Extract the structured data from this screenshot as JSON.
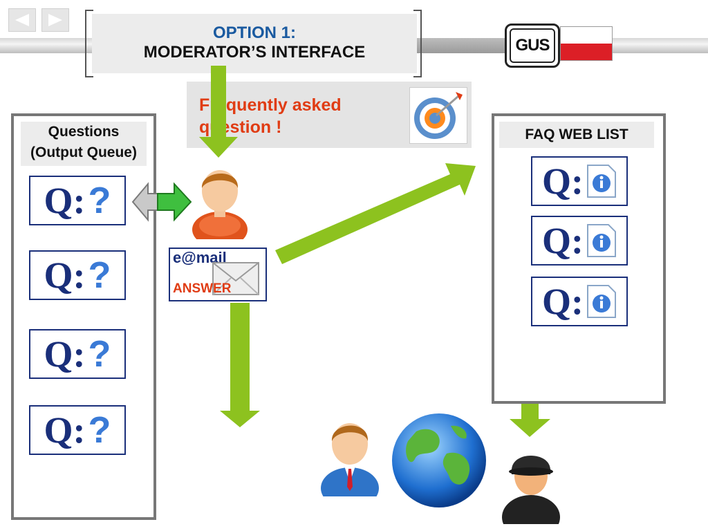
{
  "title": {
    "line1": "OPTION 1:",
    "line2": "MODERATOR’S  INTERFACE"
  },
  "callout": {
    "text": "Frequently asked question !"
  },
  "queue_panel": {
    "heading_line1": "Questions",
    "heading_line2": "(Output Queue)",
    "items": [
      {
        "q": "Q:"
      },
      {
        "q": "Q:"
      },
      {
        "q": "Q:"
      },
      {
        "q": "Q:"
      }
    ]
  },
  "faq_panel": {
    "heading": "FAQ WEB LIST",
    "items": [
      {
        "q": "Q:"
      },
      {
        "q": "Q:"
      },
      {
        "q": "Q:"
      }
    ]
  },
  "email_card": {
    "email": "e@mail",
    "answer": "ANSWER"
  },
  "logo": {
    "text": "GUS"
  },
  "colors": {
    "arrow": "#8dc21f",
    "title_blue": "#1a5aa0",
    "accent_red": "#e03c14",
    "navy": "#1a2f7a",
    "flag_red": "#dc1f26"
  }
}
